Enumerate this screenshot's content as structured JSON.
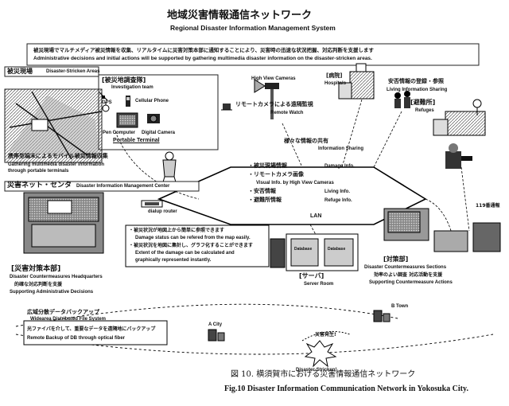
{
  "title": {
    "jp": "地域災害情報通信ネットワーク",
    "en": "Regional Disaster Information Management System"
  },
  "intro": {
    "jp": "被災現場でマルチメディア被災情報を収集、リアルタイムに災害対策本部に通知することにより、災害時の迅速な状況把握、対応判断を支援します",
    "en": "Administrative decisions and initial actions will be supported by gathering multimedia disaster information on the disaster-stricken areas."
  },
  "areas": {
    "disaster_area": {
      "jp": "被災現場",
      "en": "Disaster-Stricken Areas"
    },
    "investigation": {
      "jp": "[被災地調査隊]",
      "en": "Investigation team"
    },
    "gps": "GPS",
    "cellular": "Cellular Phone",
    "pen_computer": "Pen Computer",
    "digital_camera": "Digital Camera",
    "portable_terminal": "Portable Terminal",
    "gathering": {
      "jp": "携帯型端末によるモバイル被災情報収集",
      "en1": "Gathering multimedia disaster information",
      "en2": "through portable terminals"
    }
  },
  "remote": {
    "hv_cameras": "High View Cameras",
    "jp": "リモートカメラによる遠隔監視",
    "en": "Remote Watch"
  },
  "hospital": {
    "jp": "[病院]",
    "en": "Hospitals"
  },
  "living": {
    "jp": "安否情報の登録・参照",
    "en": "Living Information Sharing"
  },
  "refuges": {
    "jp": "[避難所]",
    "en": "Refuges"
  },
  "sharing": {
    "jp": "様々な情報の共有",
    "en": "Information Sharing",
    "items": [
      {
        "jp": "・被災現場情報",
        "en": "Damage Info."
      },
      {
        "jp": "・リモートカメラ画像",
        "en": ""
      },
      {
        "jp": "",
        "en": "Visual Info. by High View Cameras"
      },
      {
        "jp": "・安否情報",
        "en": "Living Info."
      },
      {
        "jp": "・避難所情報",
        "en": "Refuge Info."
      }
    ],
    "lan": "LAN"
  },
  "center": {
    "jp": "災害ネット・センタ",
    "en": "Disaster Information Management Center"
  },
  "dialup": "dialup router",
  "telephone": "119番通報",
  "features": {
    "b1jp": "・被災状況が地図上から簡単に参照できます",
    "b1en": "Damage status can be refered from the map easily.",
    "b2jp": "・被災状況を地図に集計し、グラフ化することができます",
    "b2en1": "Extent of the damage can be calculated and",
    "b2en2": "graphically represented instantly."
  },
  "hq": {
    "jp": "[災害対策本部]",
    "en": "Disaster Countermeasures Headquarters",
    "jp2": "的確な対応判断を支援",
    "en2": "Supporting Administrative Decisions"
  },
  "server": {
    "jp": "[サーバ]",
    "en": "Server Room",
    "db1": "Database",
    "db2": "Database"
  },
  "sections": {
    "jp": "[対策部]",
    "en": "Disaster Countermeasures Sections",
    "jp2": "効率のよい調査  対応活動を支援",
    "en2": "Supporting Countermeasure Actions"
  },
  "backup": {
    "jp": "広域分散データバックアップ",
    "en": "Widearea Distributed File System",
    "jp2": "光ファイバを介して、重要なデータを遠隔地にバックアップ",
    "en2": "Remote Backup of DB through optical fiber"
  },
  "city_a": "A City",
  "town_b": "B Town",
  "disaster": {
    "jp": "災害発生!",
    "en": "Disaster-Stricken!"
  },
  "caption": {
    "jp": "図 10.  横須賀市における災害情報通信ネットワーク",
    "en": "Fig.10 Disaster Information Communication Network in Yokosuka City."
  }
}
